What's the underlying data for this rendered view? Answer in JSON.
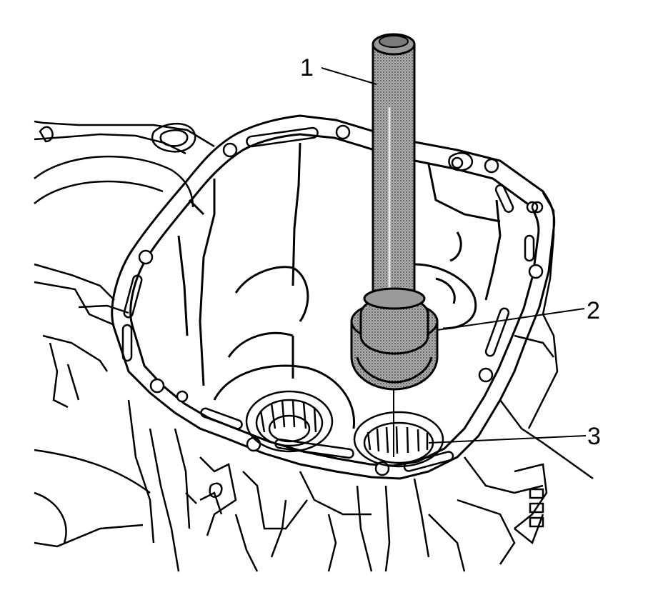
{
  "diagram": {
    "callouts": [
      {
        "id": "1",
        "label": "1"
      },
      {
        "id": "2",
        "label": "2"
      },
      {
        "id": "3",
        "label": "3"
      }
    ],
    "colors": {
      "line": "#000000",
      "background": "#ffffff",
      "tool_fill": "#8a8a8a"
    }
  }
}
